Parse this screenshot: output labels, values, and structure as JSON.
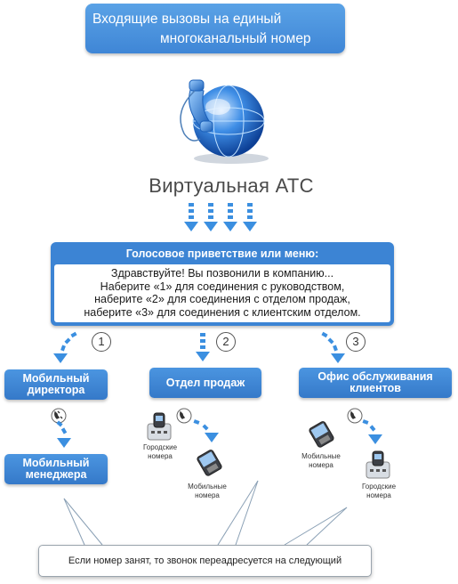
{
  "title": {
    "line1": "Входящие вызовы на единый",
    "line2": "многоканальный номер"
  },
  "atc_label": "Виртуальная АТС",
  "menu": {
    "header": "Голосовое приветствие или меню:",
    "lines": [
      "Здравствуйте! Вы позвонили в компанию...",
      "Наберите «1» для соединения с руководством,",
      "наберите «2» для соединения с отделом продаж,",
      "наберите «3» для соединения с клиентским отделом."
    ]
  },
  "branches": [
    {
      "number": "1",
      "label": "Мобильный директора",
      "target_label": "Мобильный менеджера"
    },
    {
      "number": "2",
      "label": "Отдел продаж",
      "city_label": "Городские номера",
      "mobile_label": "Мобильные номера"
    },
    {
      "number": "3",
      "label": "Офис обслуживания клиентов",
      "mobile_label": "Мобильные номера",
      "city_label": "Городские номера"
    }
  ],
  "footer": "Если номер занят, то звонок переадресуется на следующий",
  "colors": {
    "accent": "#3c84d4",
    "arrow": "#3b8fe0",
    "text": "#222222"
  },
  "icons": [
    "globe-phone-icon",
    "phone-handset-icon",
    "desk-phone-icon",
    "mobile-phone-icon",
    "down-arrow-icon"
  ]
}
